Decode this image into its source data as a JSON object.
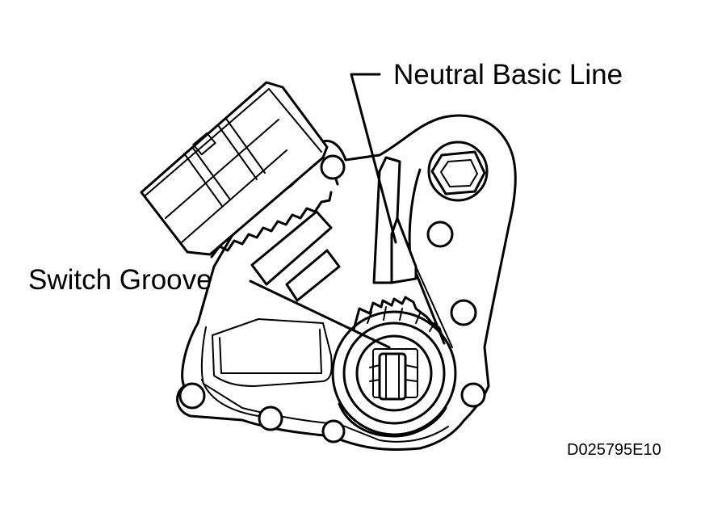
{
  "labels": {
    "neutral_basic_line": "Neutral Basic Line",
    "switch_groove": "Switch Groove",
    "figure_code": "D025795E10"
  }
}
